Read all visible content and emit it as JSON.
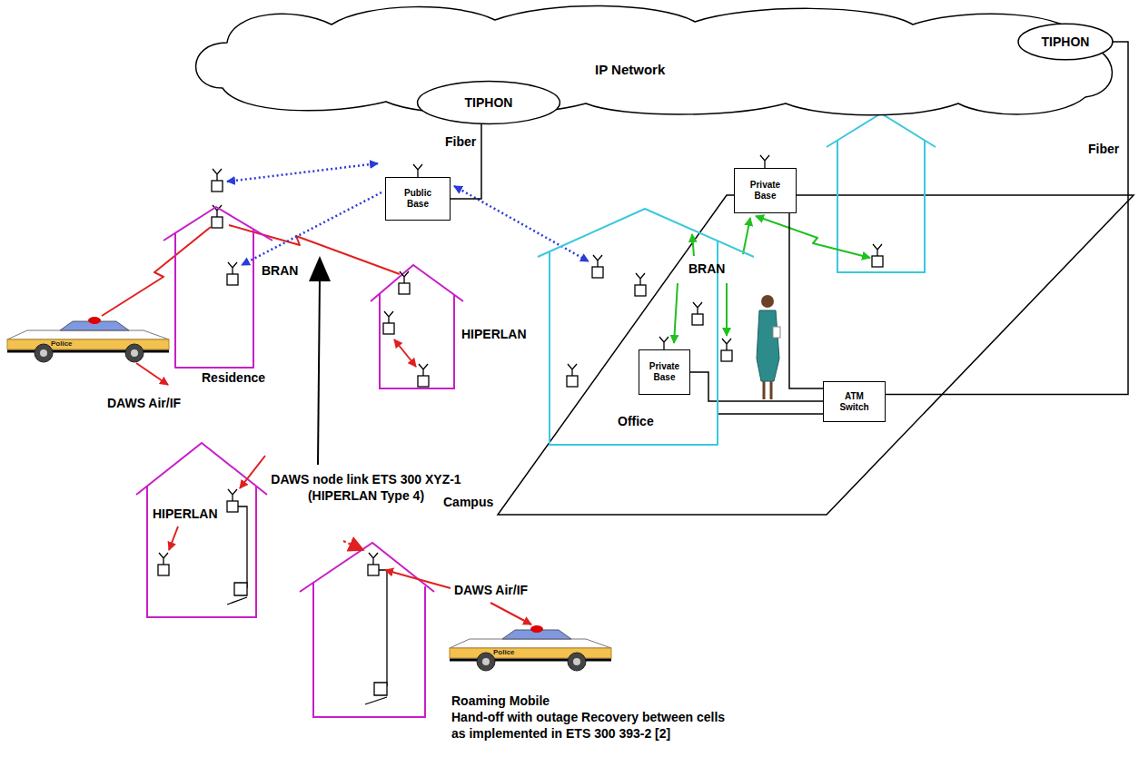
{
  "diagram": {
    "nodes": [
      {
        "text": [
          "IP Network"
        ]
      },
      {
        "text": [
          "TIPHON"
        ],
        "in": 0
      },
      {
        "text": [
          "TIPHON"
        ],
        "in": 0
      },
      {
        "text": [
          "Public Base"
        ]
      },
      {
        "text": [
          "Residence"
        ]
      },
      {
        "text": [
          "Office"
        ]
      },
      {
        "text": [
          "Private Base"
        ],
        "in": 5
      },
      {
        "text": [
          "Private Base"
        ]
      },
      {
        "text": [
          "ATM Switch"
        ]
      }
    ],
    "edges": [
      {
        "from": 1,
        "to": 3,
        "label": "Fiber",
        "arrow": "none"
      },
      {
        "from": 2,
        "to": 8,
        "label": "Fiber",
        "arrow": "none"
      },
      {
        "from": 7,
        "to": 8,
        "arrow": "none"
      },
      {
        "from": 6,
        "to": 8,
        "arrow": "none"
      }
    ],
    "labels": [
      "BRAN",
      "HIPERLAN",
      "Police",
      "DAWS Air/IF",
      "BRAN",
      "HIPERLAN",
      "DAWS node link ETS 300 XYZ-1 (HIPERLAN Type 4)",
      "Campus",
      "DAWS Air/IF",
      "Police",
      "Roaming Mobile",
      "Hand-off with outage Recovery between cells as implemented in ETS 300 393-2 [2]"
    ]
  }
}
